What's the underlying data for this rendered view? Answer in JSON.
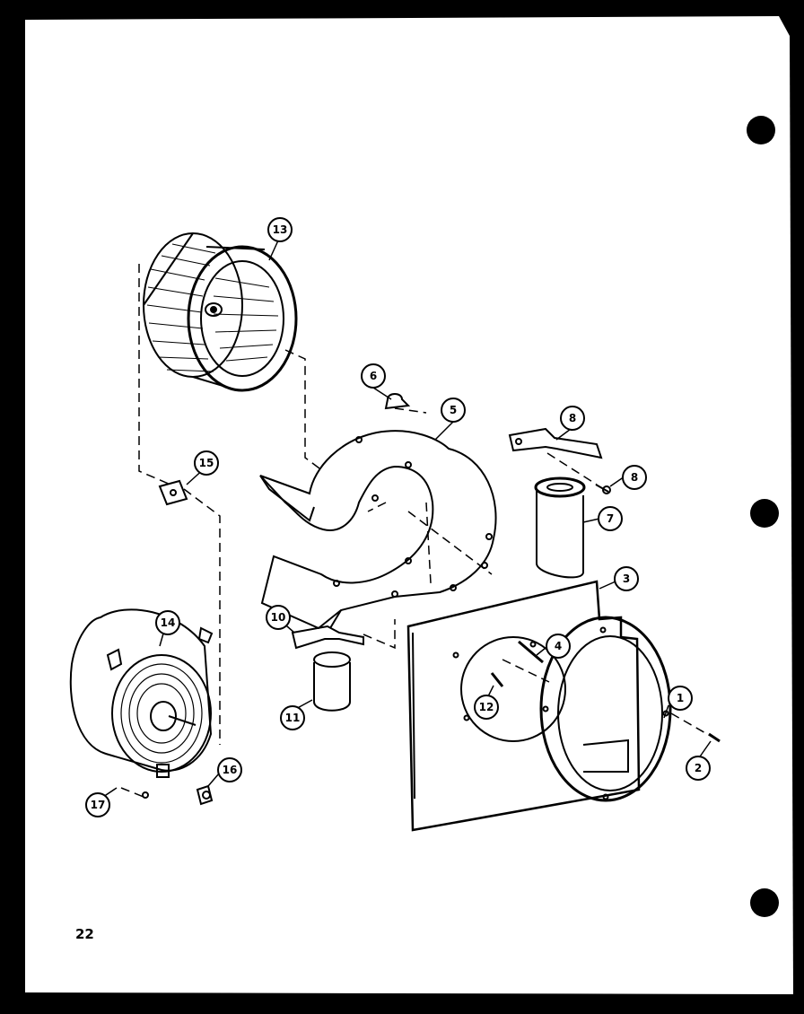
{
  "page": {
    "number": "22"
  },
  "callouts": [
    {
      "id": "c1",
      "label": "1"
    },
    {
      "id": "c2",
      "label": "2"
    },
    {
      "id": "c3",
      "label": "3"
    },
    {
      "id": "c4",
      "label": "4"
    },
    {
      "id": "c5",
      "label": "5"
    },
    {
      "id": "c6",
      "label": "6"
    },
    {
      "id": "c7",
      "label": "7"
    },
    {
      "id": "c8",
      "label": "8"
    },
    {
      "id": "c8b",
      "label": "8"
    },
    {
      "id": "c10",
      "label": "10"
    },
    {
      "id": "c11",
      "label": "11"
    },
    {
      "id": "c12",
      "label": "12"
    },
    {
      "id": "c13",
      "label": "13"
    },
    {
      "id": "c14",
      "label": "14"
    },
    {
      "id": "c15",
      "label": "15"
    },
    {
      "id": "c16",
      "label": "16"
    },
    {
      "id": "c17",
      "label": "17"
    }
  ],
  "parts": [
    "blower-wheel",
    "blower-housing",
    "motor",
    "capacitor",
    "mounting-plate",
    "orifice-ring"
  ],
  "colors": {
    "paper": "#ffffff",
    "ink": "#000000",
    "border": "#000000"
  }
}
